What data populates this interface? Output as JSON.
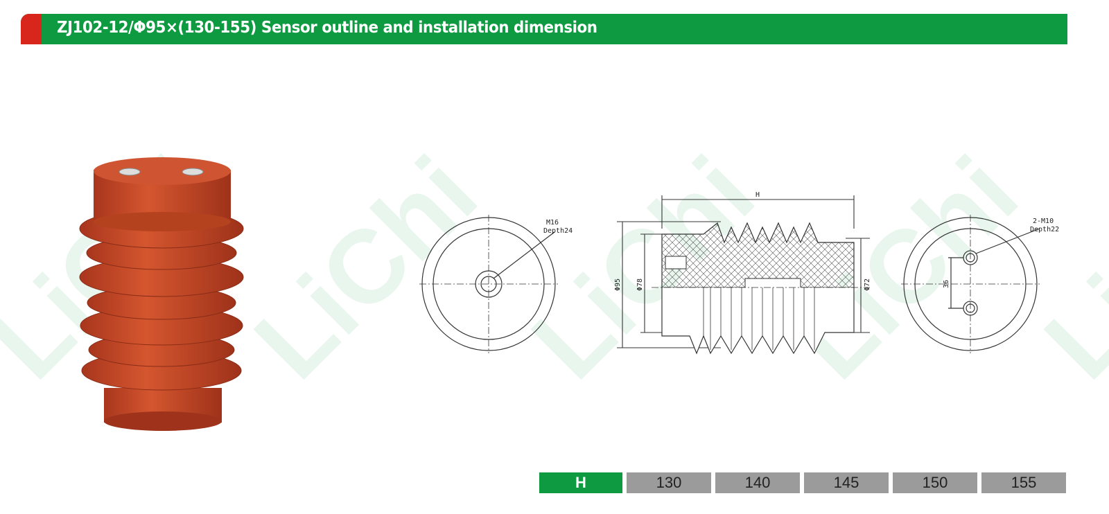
{
  "header": {
    "title": "ZJ102-12/Φ95×(130-155) Sensor outline and installation dimension"
  },
  "watermark": "LiChi",
  "colors": {
    "green": "#0d9a40",
    "red": "#d9261c",
    "insulator": "#c8482a",
    "cell": "#9b9b9b"
  },
  "front_view": {
    "hole_label": "M16",
    "depth_label": "Depth24"
  },
  "side_view": {
    "length_label": "H",
    "dia_outer": "Φ95",
    "dia_mid": "Φ78",
    "dia_base": "Φ72"
  },
  "back_view": {
    "hole_label": "2-M10",
    "depth_label": "Depth22",
    "spacing_label": "36"
  },
  "table": {
    "header": "H",
    "values": [
      "130",
      "140",
      "145",
      "150",
      "155"
    ]
  }
}
